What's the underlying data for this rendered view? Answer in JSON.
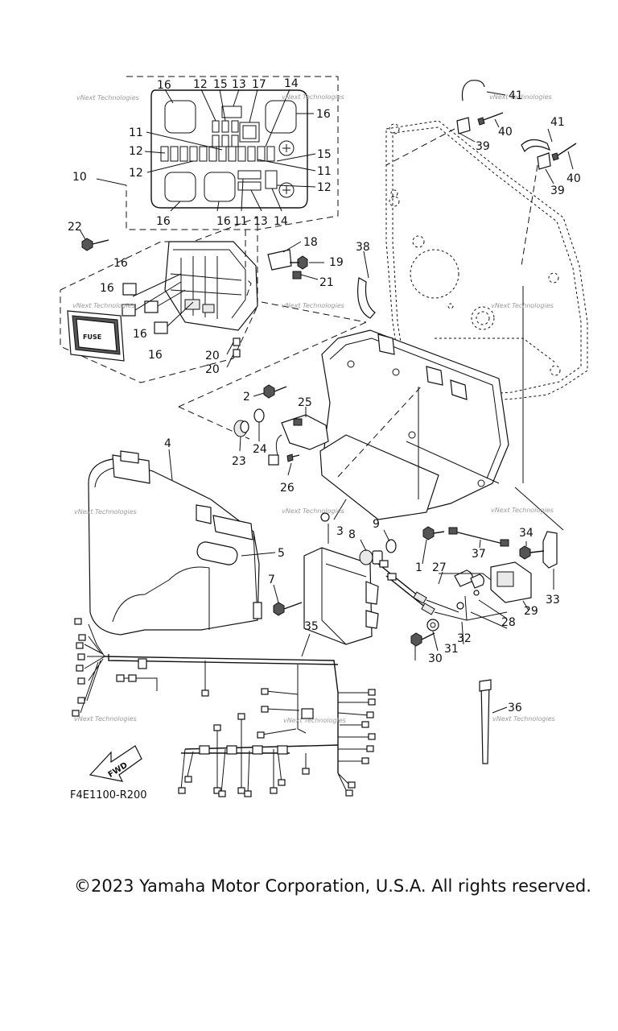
{
  "diagram": {
    "code": "F4E1100-R200",
    "fuse_label": "FUSE",
    "fwd_label": "FWD",
    "watermark": "vNext Technologies"
  },
  "footer": {
    "copyright": "©2023 Yamaha Motor Corporation, U.S.A. All rights reserved."
  },
  "callouts": [
    {
      "id": "c16a",
      "text": "16"
    },
    {
      "id": "c12a",
      "text": "12"
    },
    {
      "id": "c15a",
      "text": "15"
    },
    {
      "id": "c13a",
      "text": "13"
    },
    {
      "id": "c17",
      "text": "17"
    },
    {
      "id": "c14a",
      "text": "14"
    },
    {
      "id": "c16b",
      "text": "16"
    },
    {
      "id": "c11a",
      "text": "11"
    },
    {
      "id": "c12b",
      "text": "12"
    },
    {
      "id": "c15b",
      "text": "15"
    },
    {
      "id": "c12c",
      "text": "12"
    },
    {
      "id": "c11b",
      "text": "11"
    },
    {
      "id": "c12d",
      "text": "12"
    },
    {
      "id": "c10",
      "text": "10"
    },
    {
      "id": "c16c",
      "text": "16"
    },
    {
      "id": "c16d",
      "text": "16"
    },
    {
      "id": "c11c",
      "text": "11"
    },
    {
      "id": "c13b",
      "text": "13"
    },
    {
      "id": "c14b",
      "text": "14"
    },
    {
      "id": "c22",
      "text": "22"
    },
    {
      "id": "c18",
      "text": "18"
    },
    {
      "id": "c19",
      "text": "19"
    },
    {
      "id": "c21",
      "text": "21"
    },
    {
      "id": "c38",
      "text": "38"
    },
    {
      "id": "c16e",
      "text": "16"
    },
    {
      "id": "c16f",
      "text": "16"
    },
    {
      "id": "c16g",
      "text": "16"
    },
    {
      "id": "c16h",
      "text": "16"
    },
    {
      "id": "c20a",
      "text": "20"
    },
    {
      "id": "c20b",
      "text": "20"
    },
    {
      "id": "c41a",
      "text": "41"
    },
    {
      "id": "c40a",
      "text": "40"
    },
    {
      "id": "c39a",
      "text": "39"
    },
    {
      "id": "c41b",
      "text": "41"
    },
    {
      "id": "c40b",
      "text": "40"
    },
    {
      "id": "c39b",
      "text": "39"
    },
    {
      "id": "c2",
      "text": "2"
    },
    {
      "id": "c25",
      "text": "25"
    },
    {
      "id": "c24",
      "text": "24"
    },
    {
      "id": "c23",
      "text": "23"
    },
    {
      "id": "c26",
      "text": "26"
    },
    {
      "id": "c4",
      "text": "4"
    },
    {
      "id": "c5",
      "text": "5"
    },
    {
      "id": "c3",
      "text": "3"
    },
    {
      "id": "c8",
      "text": "8"
    },
    {
      "id": "c9",
      "text": "9"
    },
    {
      "id": "c1",
      "text": "1"
    },
    {
      "id": "c7",
      "text": "7"
    },
    {
      "id": "c34",
      "text": "34"
    },
    {
      "id": "c37",
      "text": "37"
    },
    {
      "id": "c27",
      "text": "27"
    },
    {
      "id": "c33",
      "text": "33"
    },
    {
      "id": "c29",
      "text": "29"
    },
    {
      "id": "c28",
      "text": "28"
    },
    {
      "id": "c32",
      "text": "32"
    },
    {
      "id": "c31",
      "text": "31"
    },
    {
      "id": "c30",
      "text": "30"
    },
    {
      "id": "c35",
      "text": "35"
    },
    {
      "id": "c36",
      "text": "36"
    }
  ]
}
